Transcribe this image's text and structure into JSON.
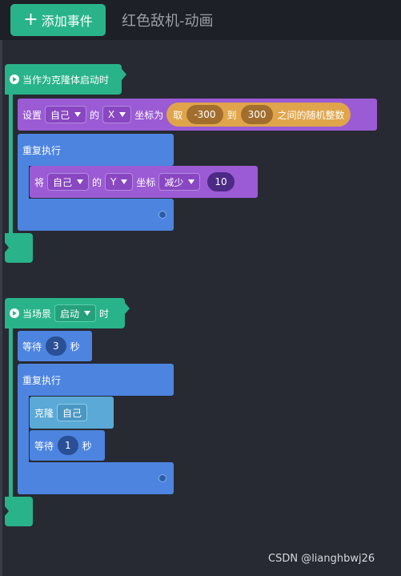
{
  "header": {
    "add_event_label": "添加事件",
    "add_event_plus": "+",
    "title": "红色敌机-动画"
  },
  "script1": {
    "hat_label": "当作为克隆体启动时",
    "set_block": {
      "prefix": "设置",
      "target": "自己",
      "of": "的",
      "axis": "X",
      "mid": "坐标为",
      "random": {
        "take": "取",
        "from": "-300",
        "to_word": "到",
        "to": "300",
        "suffix": "之间的随机整数"
      }
    },
    "loop_label": "重复执行",
    "change_block": {
      "prefix": "将",
      "target": "自己",
      "of": "的",
      "axis": "Y",
      "mid": "坐标",
      "op": "减少",
      "value": "10"
    }
  },
  "script2": {
    "hat_prefix": "当场景",
    "hat_option": "启动",
    "hat_suffix": "时",
    "wait1": {
      "label": "等待",
      "value": "3",
      "unit": "秒"
    },
    "loop_label": "重复执行",
    "clone": {
      "label": "克隆",
      "target": "自己"
    },
    "wait2": {
      "label": "等待",
      "value": "1",
      "unit": "秒"
    }
  },
  "watermark": "CSDN @lianghbwj26"
}
